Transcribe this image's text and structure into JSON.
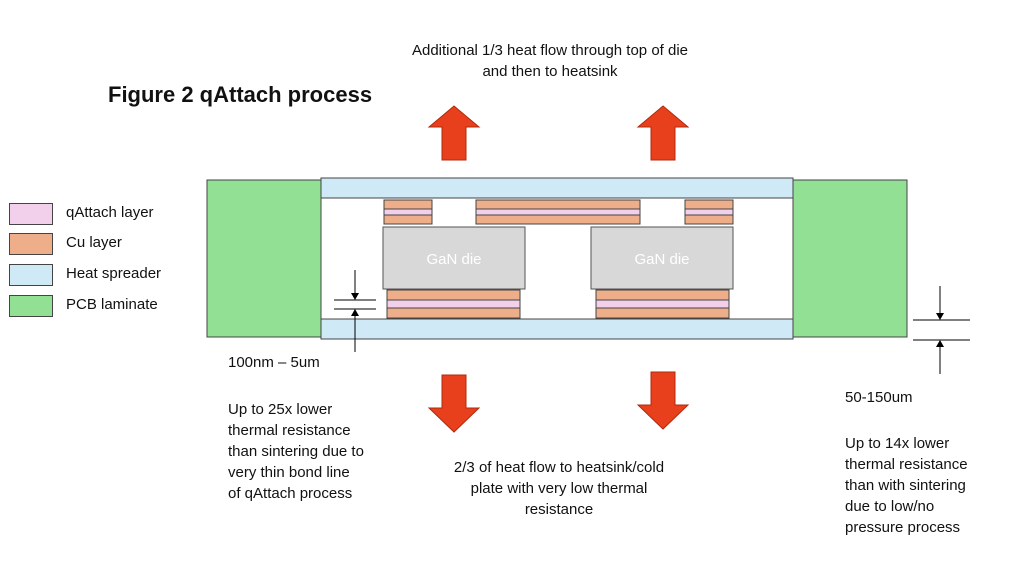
{
  "title": "Figure 2  qAttach process",
  "top_note": "Additional 1/3 heat flow through top of die\nand then to heatsink",
  "bottom_note": "2/3 of heat flow to heatsink/cold\nplate with very low thermal\nresistance",
  "left_dimension": "100nm – 5um",
  "left_note": "Up to 25x lower\nthermal resistance\nthan sintering due to\nvery thin bond line\nof qAttach process",
  "right_dimension": "50-150um",
  "right_note": "Up to 14x lower\nthermal resistance\nthan with sintering\ndue to low/no\npressure process",
  "die_labels": [
    "GaN die",
    "GaN die"
  ],
  "legend": [
    {
      "label": "qAttach layer",
      "color": "#f2cfea"
    },
    {
      "label": "Cu layer",
      "color": "#eeae8a"
    },
    {
      "label": "Heat spreader",
      "color": "#cfe9f7"
    },
    {
      "label": "PCB laminate",
      "color": "#92e094"
    }
  ],
  "colors": {
    "die": "#d8d8d8",
    "arrow": "#e8401c",
    "arrow_stroke": "#b02a0c"
  }
}
